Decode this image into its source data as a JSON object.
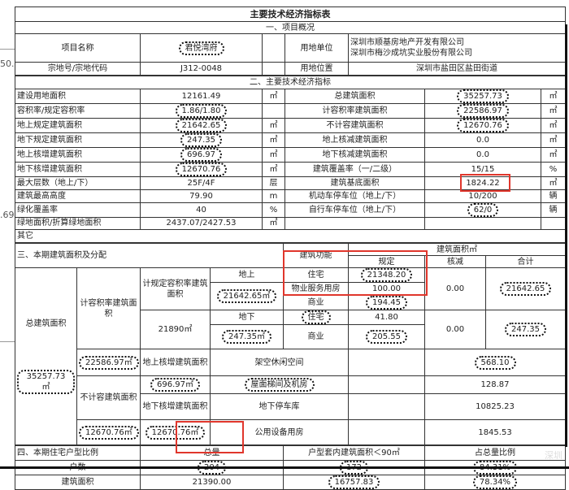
{
  "title": "主要技术经济指标表",
  "side_labels": [
    "50.",
    ".69"
  ],
  "s1": {
    "heading": "一、项目概况",
    "name_label": "项目名称",
    "name_value": "君悦湾府",
    "unit_label": "用地单位",
    "unit_value_1": "深圳市顺基房地产开发有限公司",
    "unit_value_2": "深圳市梅沙成坑实业股份有限公司",
    "lot_label": "宗地号/宗地代码",
    "lot_value": "J312-0048",
    "loc_label": "用地位置",
    "loc_value": "深圳市盐田区盐田街道"
  },
  "s2": {
    "heading": "二、主要技术经济指标",
    "rows": [
      {
        "l1": "建设用地面积",
        "v1": "12161.49",
        "u1": "㎡",
        "l2": "总建筑面积",
        "v2": "35257.73",
        "u2": "㎡"
      },
      {
        "l1": "容积率/规定容积率",
        "v1": "1.86/1.80",
        "u1": "",
        "l2": "计容积率建筑面积",
        "v2": "22586.97",
        "u2": "㎡"
      },
      {
        "l1": "地上规定建筑面积",
        "v1": "21642.65",
        "u1": "㎡",
        "l2": "不计容建筑面积",
        "v2": "12670.76",
        "u2": "㎡"
      },
      {
        "l1": "地下规定建筑面积",
        "v1": "247.35",
        "u1": "㎡",
        "l2": "地上核减建筑面积",
        "v2": "0.0",
        "u2": "㎡"
      },
      {
        "l1": "地上核增建筑面积",
        "v1": "696.97",
        "u1": "㎡",
        "l2": "地下核减建筑面积",
        "v2": "0.0",
        "u2": "㎡"
      },
      {
        "l1": "地下核增建筑面积",
        "v1": "12670.76",
        "u1": "㎡",
        "l2": "建筑覆盖率（一/二级）",
        "v2": "15/15",
        "u2": "%"
      },
      {
        "l1": "最大层数（地上/下）",
        "v1": "25F/4F",
        "u1": "层",
        "l2": "建筑基底面积",
        "v2": "1824.22",
        "u2": "㎡"
      },
      {
        "l1": "建筑最高高度",
        "v1": "79.90",
        "u1": "m",
        "l2": "机动车停车位（地上/下）",
        "v2": "10/200",
        "u2": "辆"
      },
      {
        "l1": "绿化覆盖率",
        "v1": "40",
        "u1": "%",
        "l2": "自行车停车位（地上/下）",
        "v2": "62/0",
        "u2": "辆"
      },
      {
        "l1": "绿地面积/折算绿地面积",
        "v1": "2437.07/2427.53",
        "u1": "㎡",
        "l2": "",
        "v2": "",
        "u2": ""
      }
    ],
    "other": "其它"
  },
  "s3": {
    "heading": "三、本期建筑面积及分配",
    "func": "建筑功能",
    "area": "建筑面积㎡",
    "c_plan": "规定",
    "c_reduce": "核减",
    "c_total": "合计",
    "total_label": "总建筑面积",
    "total_value": "35257.73㎡",
    "far_label": "计容积率建筑面积",
    "plan_far_label": "计规定容积率建筑面积",
    "plan_far_value": "21890㎡",
    "above": "地上",
    "above_value": "21642.65㎡",
    "below": "地下",
    "below_value": "247.35㎡",
    "a_res": "住宅",
    "a_res_v": "21348.20",
    "a_prop": "物业服务用房",
    "a_prop_v": "100.00",
    "a_com": "商业",
    "a_com_v": "194.45",
    "a_reduce": "0.00",
    "a_total": "21642.65",
    "b_res": "住宅",
    "b_res_v": "41.80",
    "b_com": "商业",
    "b_com_v": "205.55",
    "b_reduce": "0.00",
    "b_total": "247.35",
    "far_value": "22586.97㎡",
    "above_inc": "地上核增建筑面积",
    "above_inc_v": "696.97㎡",
    "nonfar_label": "不计容建筑面积",
    "nonfar_value": "12670.76㎡",
    "below_inc": "地下核增建筑面积",
    "below_inc_v": "12670.76㎡",
    "items": [
      {
        "name": "架空休闲空间",
        "value": "568.10"
      },
      {
        "name": "屋面梯间及机房",
        "value": "128.87"
      },
      {
        "name": "地下停车库",
        "value": "10825.23"
      },
      {
        "name": "公用设备用房",
        "value": "1845.53"
      }
    ]
  },
  "s4": {
    "heading": "四、本期住宅户型比例",
    "c_total": "总量",
    "c_small": "户型套内建筑面积＜90㎡",
    "c_ratio": "占总量比例",
    "r1": {
      "label": "户数",
      "total": "204",
      "small": "172",
      "ratio": "84.31%"
    },
    "r2": {
      "label": "建筑面积",
      "total": "21390.00",
      "small": "16757.83",
      "ratio": "78.34%"
    }
  },
  "watermark": "深圳"
}
